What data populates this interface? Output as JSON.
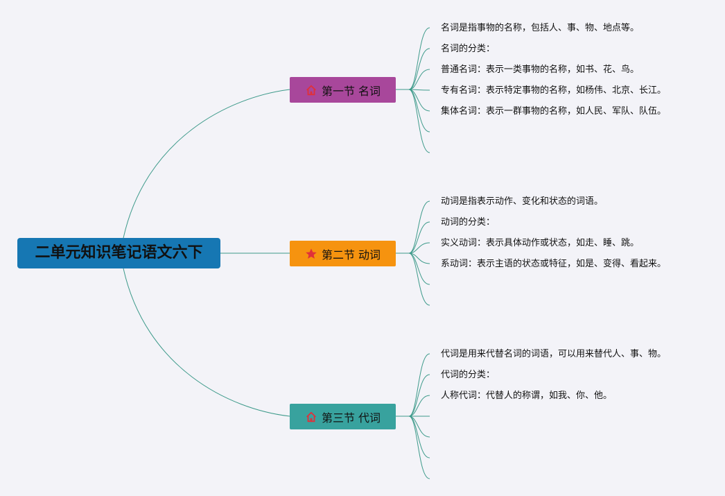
{
  "root": {
    "title": "二单元知识笔记语文六下"
  },
  "colors": {
    "root": "#1677b3",
    "topic1": "#a8479b",
    "topic2": "#f6930f",
    "topic3": "#38a29e",
    "line": "#3d9a8a",
    "background": "#f3f3f8"
  },
  "topics": [
    {
      "label": "第一节 名词",
      "icon": "house-icon",
      "items": [
        "名词是指事物的名称，包括人、事、物、地点等。",
        "名词的分类：",
        "普通名词：表示一类事物的名称，如书、花、鸟。",
        "专有名词：表示特定事物的名称，如杨伟、北京、长江。",
        "集体名词：表示一群事物的名称，如人民、军队、队伍。",
        "",
        ""
      ]
    },
    {
      "label": "第二节 动词",
      "icon": "star-icon",
      "items": [
        "动词是指表示动作、变化和状态的词语。",
        "动词的分类：",
        "实义动词：表示具体动作或状态，如走、睡、跳。",
        "系动词：表示主语的状态或特征，如是、变得、看起来。",
        "",
        ""
      ]
    },
    {
      "label": "第三节 代词",
      "icon": "house-icon",
      "items": [
        "代词是用来代替名词的词语，可以用来替代人、事、物。",
        "代词的分类：",
        "人称代词：代替人的称谓，如我、你、他。",
        "",
        "",
        "",
        ""
      ]
    }
  ]
}
